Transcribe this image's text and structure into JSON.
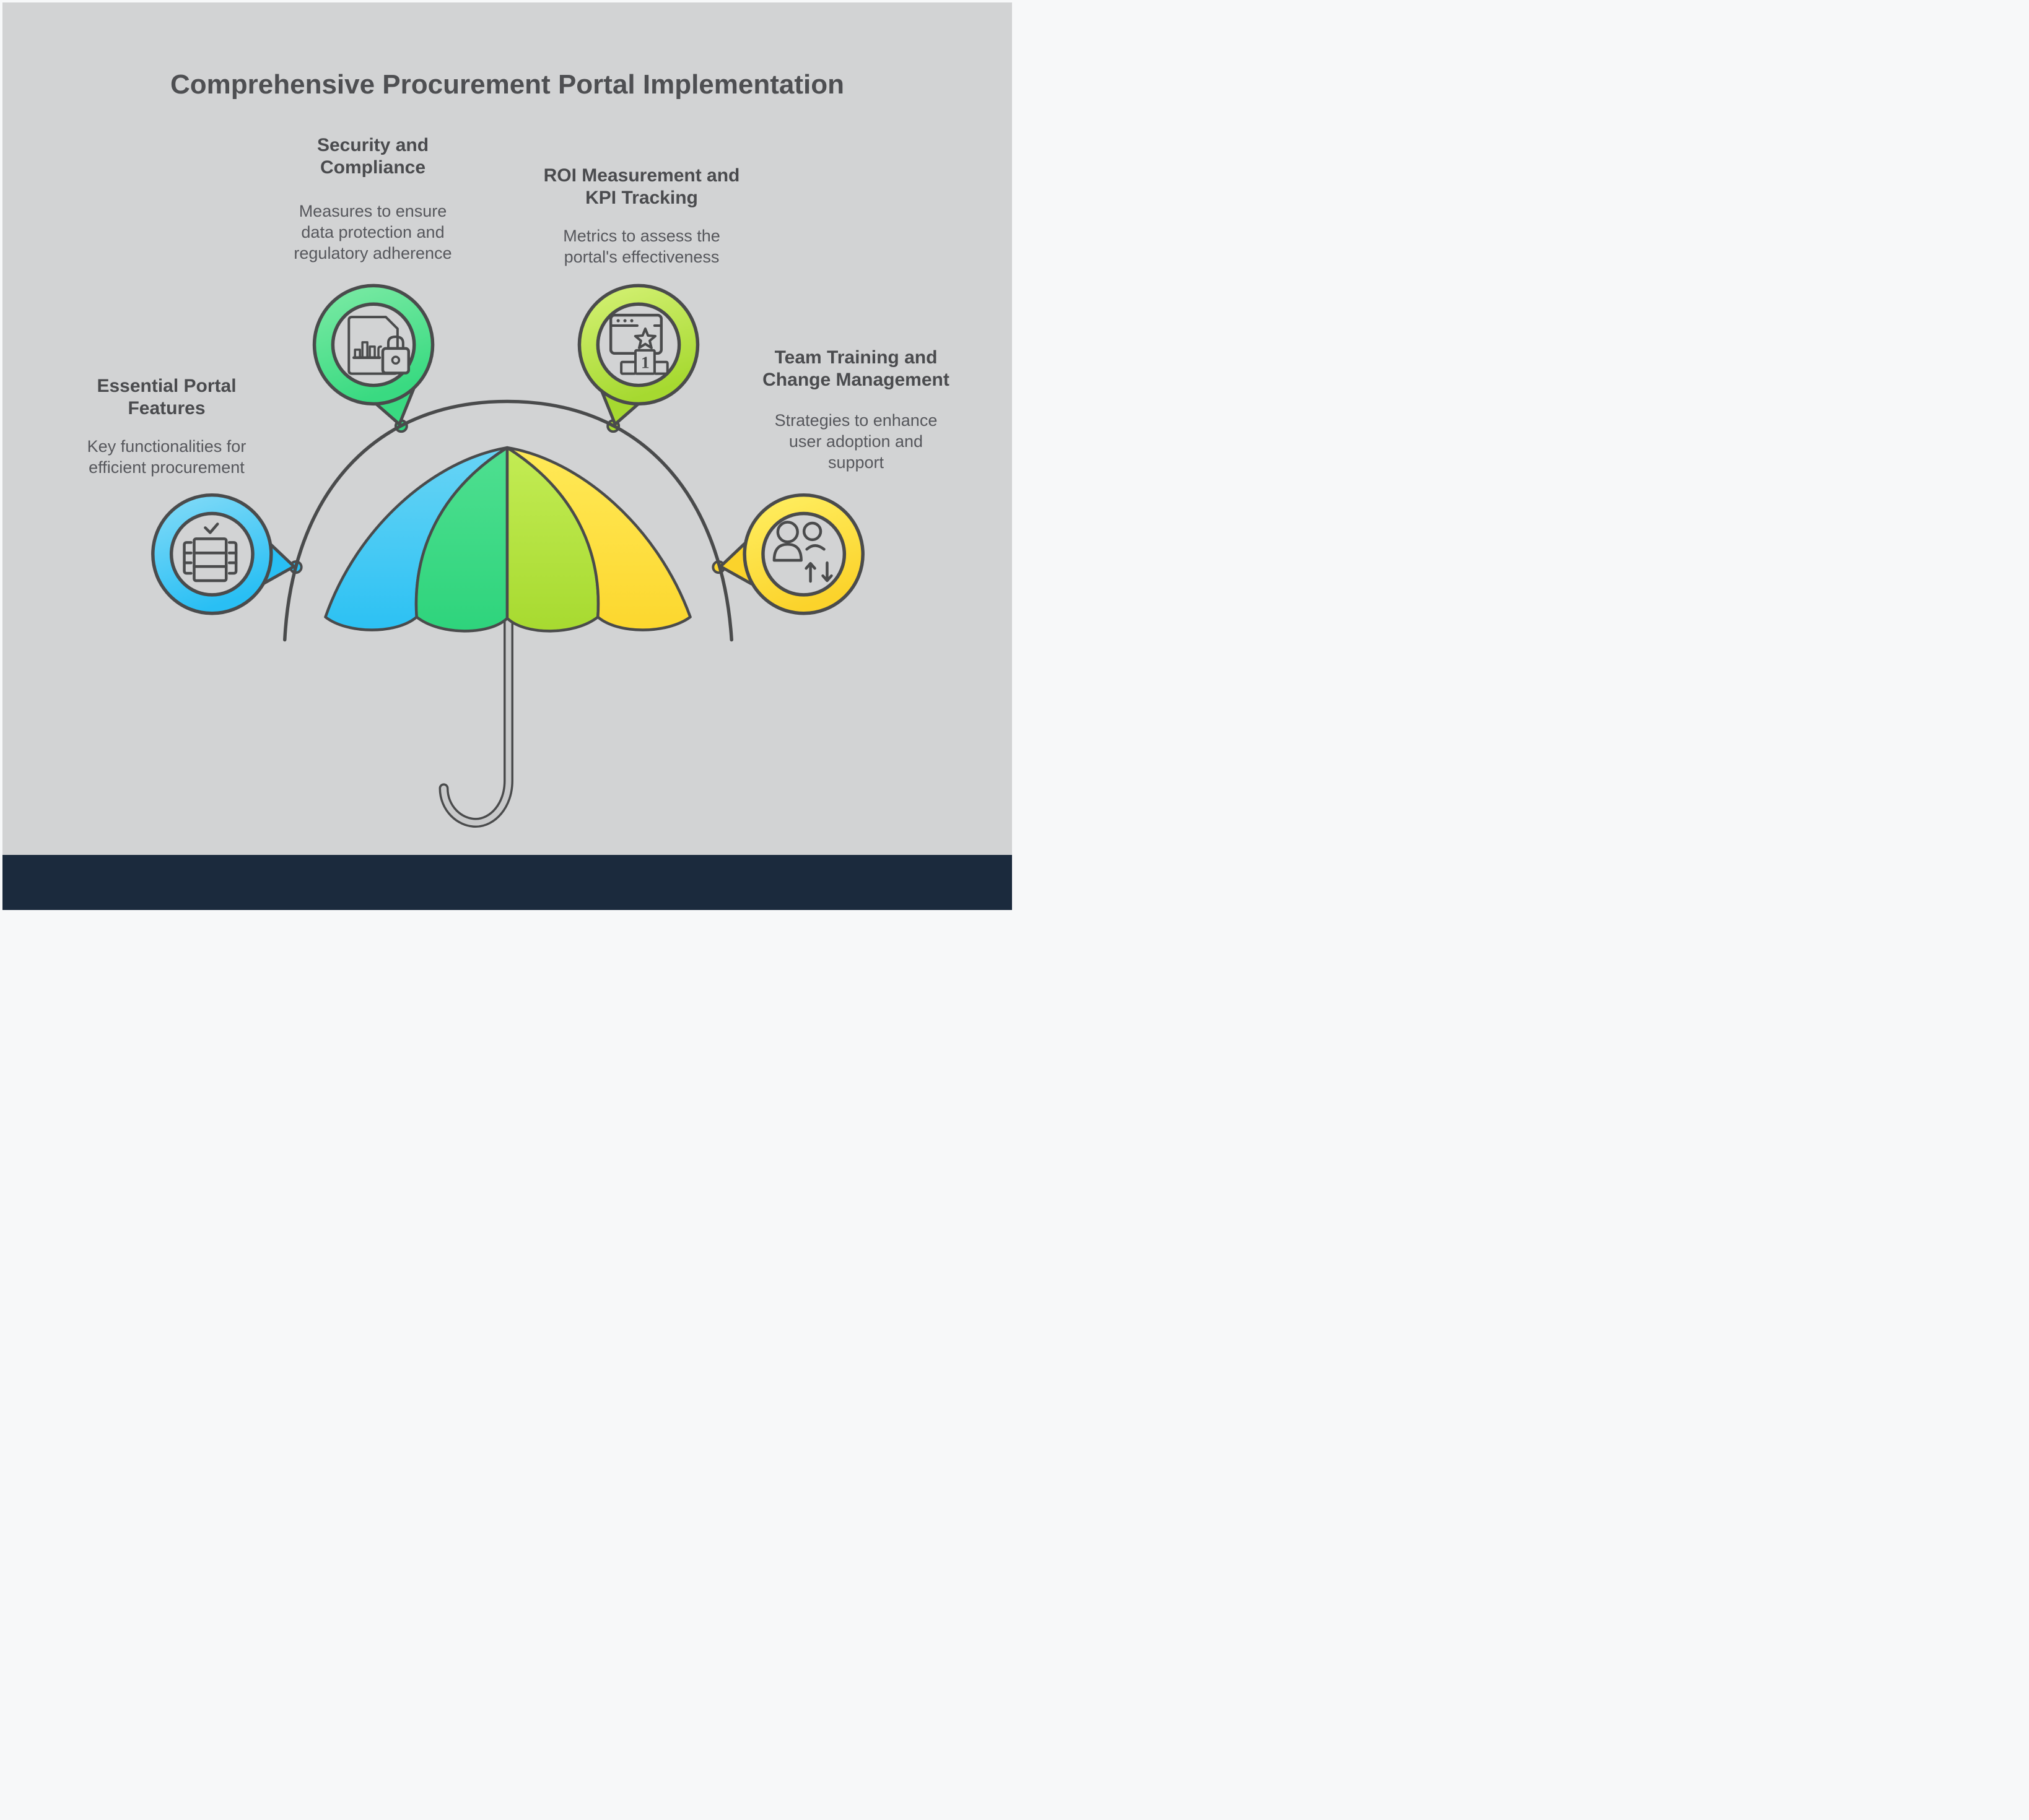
{
  "page": {
    "title": "Comprehensive Procurement Portal Implementation"
  },
  "sections": [
    {
      "id": "essential-portal-features",
      "heading": "Essential Portal Features",
      "body": "Key functionalities for efficient procurement",
      "icon": "checklist-table-icon",
      "bubble_shape": "speech-bubble-ring",
      "tail_direction": "right",
      "accent_color_top": "#86dcf8",
      "accent_color_bottom": "#29bff4"
    },
    {
      "id": "security-and-compliance",
      "heading": "Security and Compliance",
      "body": "Measures to ensure data protection and regulatory adherence",
      "icon": "document-chart-lock-icon",
      "bubble_shape": "speech-bubble-ring",
      "tail_direction": "bottom-right",
      "accent_color_top": "#7eeba6",
      "accent_color_bottom": "#39da81"
    },
    {
      "id": "roi-measurement-and-kpi-tracking",
      "heading": "ROI Measurement and KPI Tracking",
      "body": "Metrics to assess the portal's effectiveness",
      "icon": "browser-star-podium-icon",
      "podium_label": "1",
      "bubble_shape": "speech-bubble-ring",
      "tail_direction": "bottom-left",
      "accent_color_top": "#d6f277",
      "accent_color_bottom": "#a6d930"
    },
    {
      "id": "team-training-and-change-management",
      "heading": "Team Training and Change Management",
      "body": "Strategies to enhance user adoption and support",
      "icon": "team-up-down-arrows-icon",
      "bubble_shape": "speech-bubble-ring",
      "tail_direction": "left",
      "accent_color_top": "#fff064",
      "accent_color_bottom": "#fbd32b"
    }
  ],
  "illustration": {
    "name": "umbrella",
    "segment_colors_top": [
      "#68d4f5",
      "#4fdf90",
      "#c3ec54",
      "#ffe957"
    ],
    "segment_colors_bottom": [
      "#2cc1f3",
      "#2ed47c",
      "#a7da30",
      "#fcd72e"
    ],
    "outline_color": "#4a4b4c",
    "handle_color": "#c8c9ca",
    "connector_arc_color": "#4a4b4c",
    "node_colors": [
      "#2cc1f3",
      "#2ed47c",
      "#a7da30",
      "#fcd72e"
    ]
  },
  "colors": {
    "background": "#d2d3d4",
    "frame": "#f7f8f9",
    "footer_bar": "#1b2a3d",
    "title_text": "#4e4f52",
    "heading_text": "#4a4b4e",
    "body_text": "#56575c"
  }
}
